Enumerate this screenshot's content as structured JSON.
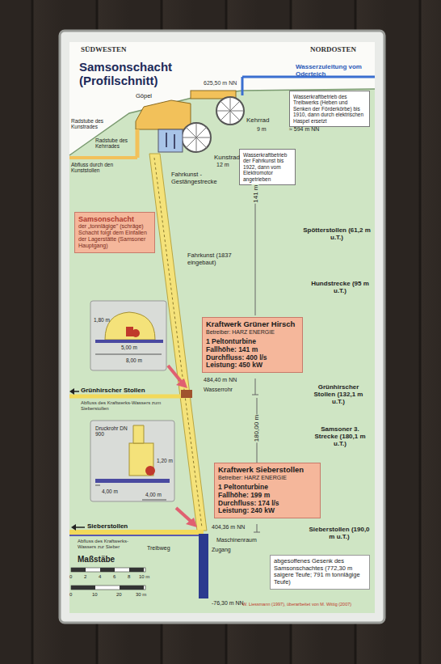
{
  "diagram": {
    "title": "Samsonschacht (Profilschnitt)",
    "nodes": [
      {
        "text": [
          "Wasserkraftbetrieb des Treibwerks (Heben und Senken der Förderkörbe) bis 1910, dann durch elektrischen Haspel ersetzt"
        ]
      },
      {
        "text": [
          "Wasserkraftbetrieb der Fahrkunst bis 1922, dann vom Elektromotor angetrieben"
        ]
      },
      {
        "text": [
          "Samsonschacht",
          "der „tonnlägige\" (schräge) Schacht folgt dem Einfallen der Lagerstätte (Samsoner Hauptgang)"
        ]
      },
      {
        "text": [
          "Kraftwerk Grüner Hirsch",
          "Betreiber: HARZ ENERGIE",
          "1 Peltonturbine",
          "Fallhöhe: 141 m",
          "Durchfluss: 400 l/s",
          "Leistung: 450 kW"
        ]
      },
      {
        "text": [
          "Kraftwerk Sieberstollen",
          "Betreiber: HARZ ENERGIE",
          "1 Peltonturbine",
          "Fallhöhe: 199 m",
          "Durchfluss: 174 l/s",
          "Leistung: 240 kW"
        ]
      },
      {
        "text": [
          "abgesoffenes Gesenk des Samsonschachtes (772,30 m saigere Teufe; 791 m tonnlägige Teufe)"
        ]
      }
    ],
    "labels": [
      "SÜDWESTEN",
      "NORDOSTEN",
      "Wasserzuleitung vom Oderteich",
      "625,50 m NN",
      "Göpel",
      "Kehrrad",
      "9 m",
      "≈ 594 m NN",
      "Radstube des Kunstrades",
      "Radstube des Kehrrades",
      "Abfluss durch den Kunststollen",
      "Kunstrad",
      "12 m",
      "Fahrkunst - Gestängestrecke",
      "141 m",
      "Spötterstollen (61,2 m u.T.)",
      "Fahrkunst (1837 eingebaut)",
      "Hundstrecke (95 m u.T.)",
      "1,80 m",
      "5,00 m",
      "8,00 m",
      "Grünhirscher Stollen",
      "484,40 m NN",
      "Wasserrohr",
      "Grünhirscher Stollen (132,1 m u.T.)",
      "Abfluss des Kraftwerks-Wassers zum Sieberstollen",
      "Druckrohr DN 900",
      "1,20 m",
      "4,00 m",
      "4,00 m",
      "180,00 m",
      "Samsoner 3. Strecke (180,1 m u.T.)",
      "Sieberstollen",
      "404,36 m NN",
      "Sieberstollen (190,0 m u.T.)",
      "Abfluss des Kraftwerks-Wassers zur Sieber",
      "Maschinenraum",
      "Zugang",
      "Treibweg",
      "Maßstäbe",
      "0",
      "2",
      "4",
      "6",
      "8",
      "10 m",
      "0",
      "10",
      "20",
      "30 m",
      "-76,30 m NN",
      "W. Liessmann (1997), überarbeitet von M. Wittig (2007)"
    ]
  }
}
